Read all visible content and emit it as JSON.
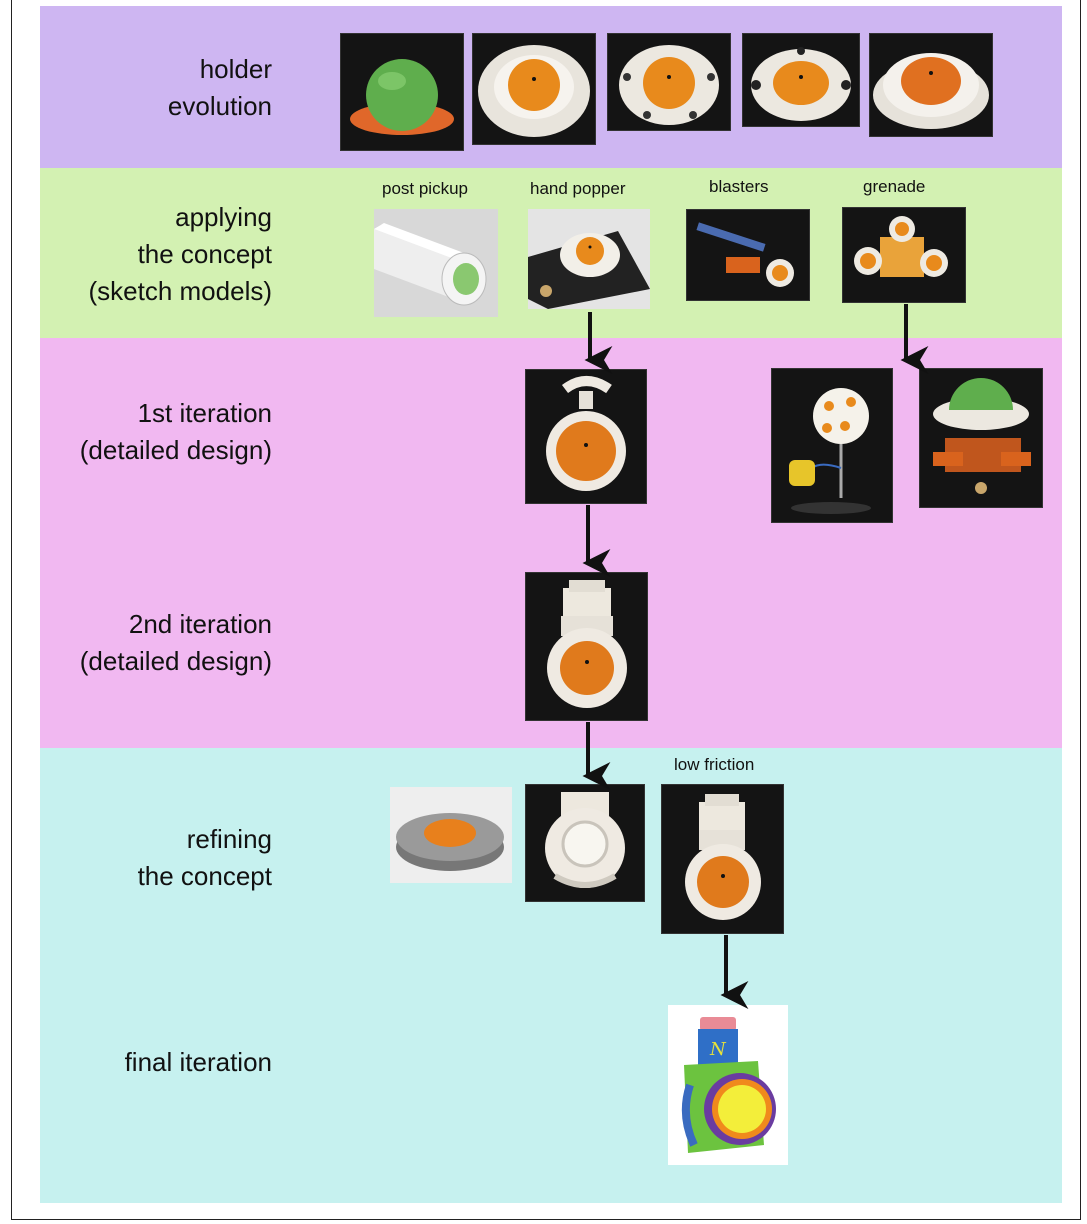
{
  "rows": {
    "holder": "holder\nevolution",
    "applying": "applying\nthe concept\n(sketch models)",
    "iter1": "1st iteration\n(detailed design)",
    "iter2": "2nd iteration\n(detailed design)",
    "refining": "refining\nthe concept",
    "final": "final iteration"
  },
  "captions": {
    "post_pickup": "post pickup",
    "hand_popper": "hand popper",
    "blasters": "blasters",
    "grenade": "grenade",
    "low_friction": "low friction"
  },
  "colors": {
    "band_holder": "#ceb6f2",
    "band_applying": "#d3f1b2",
    "band_iteration": "#f1b8f1",
    "band_refining": "#c6f1ef"
  }
}
